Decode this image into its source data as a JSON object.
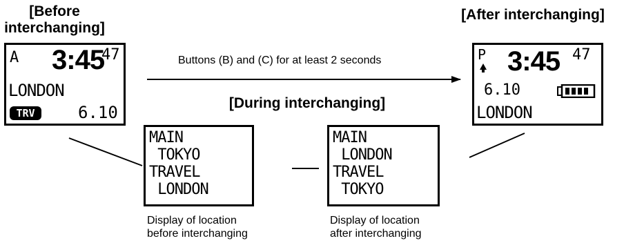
{
  "headings": {
    "before": "[Before\ninterchanging]",
    "after": "[After interchanging]",
    "during": "[During interchanging]"
  },
  "arrow_label": "Buttons (B) and (C) for at least 2 seconds",
  "display_before": {
    "mode_letter": "A",
    "time_hm": "3:45",
    "time_sec": "47",
    "city": "LONDON",
    "badge": "TRV",
    "date": "6.10"
  },
  "display_after": {
    "mode_letter": "P",
    "time_hm": "3:45",
    "time_sec": "47",
    "date": "6.10",
    "city": "LONDON"
  },
  "location_before": {
    "lines": [
      "MAIN",
      " TOKYO",
      "TRAVEL",
      " LONDON"
    ],
    "caption": "Display of location\nbefore interchanging"
  },
  "location_after": {
    "lines": [
      "MAIN",
      " LONDON",
      "TRAVEL",
      " TOKYO"
    ],
    "caption": "Display of location\nafter interchanging"
  },
  "colors": {
    "ink": "#000000",
    "background": "#ffffff"
  },
  "icons": [
    "arrow-right-icon",
    "alarm-icon",
    "battery-icon"
  ]
}
